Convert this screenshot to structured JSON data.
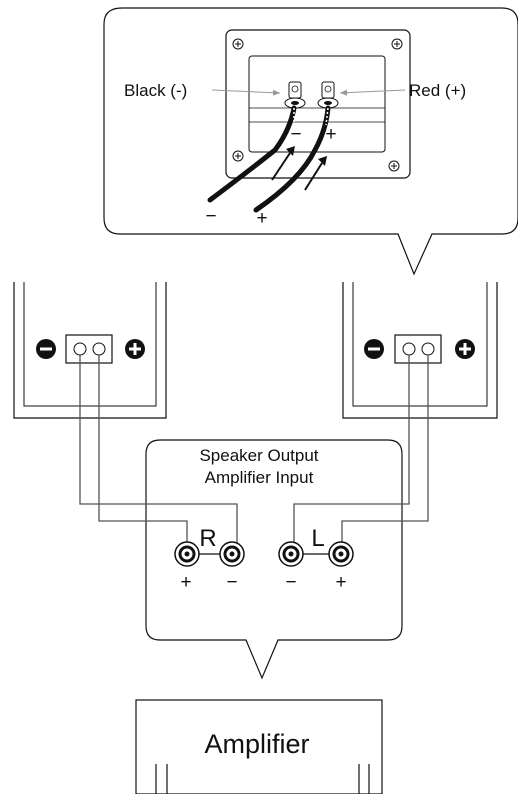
{
  "callout": {
    "black_label": "Black (-)",
    "red_label": "Red (+)",
    "terminal_minus": "−",
    "terminal_plus": "+",
    "wire_minus": "−",
    "wire_plus": "+"
  },
  "section": {
    "title_line1": "Speaker Output",
    "title_line2": "Amplifier Input"
  },
  "channels": {
    "right": {
      "label": "R",
      "plus": "+",
      "minus": "−"
    },
    "left": {
      "label": "L",
      "plus": "+",
      "minus": "−"
    }
  },
  "amplifier": {
    "label": "Amplifier"
  },
  "colors": {
    "line": "#111111",
    "wire": "#555555",
    "arrow_light": "#999999"
  },
  "icons": [
    "minus-circle-icon",
    "plus-circle-icon",
    "screw-icon",
    "binding-post-icon",
    "rca-jack-icon",
    "arrow-icon"
  ]
}
